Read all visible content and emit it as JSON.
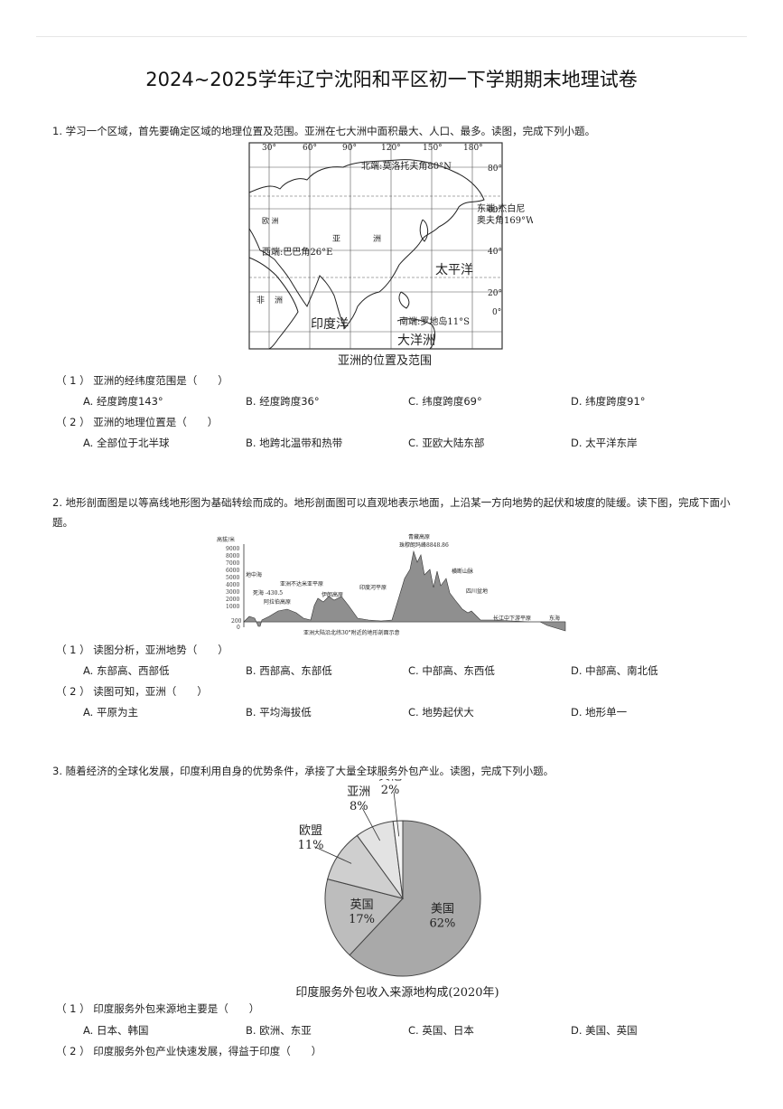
{
  "title": "2024~2025学年辽宁沈阳和平区初一下学期期末地理试卷",
  "q1": {
    "stem": "1. 学习一个区域，首先要确定区域的地理位置及范围。亚洲在七大洲中面积最大、人口、最多。读图，完成下列小题。",
    "map": {
      "caption": "亚洲的位置及范围",
      "lon_ticks": [
        "30°",
        "60°",
        "90°",
        "120°",
        "150°",
        "180°"
      ],
      "lat_ticks": [
        "80°",
        "60°",
        "40°",
        "20°",
        "0°"
      ],
      "north": "北端:莫洛托夫角80°N",
      "east_line1": "东端:杰白尼",
      "east_line2": "奥夫角169°W",
      "west": "西端:巴巴角26°E",
      "south": "南端:罗地岛11°S",
      "pacific": "太平洋",
      "indian": "印度洋",
      "oceania": "大洋洲",
      "europe": "欧 洲",
      "asia1": "亚",
      "asia2": "洲",
      "africa1": "非",
      "africa2": "洲"
    },
    "s1": "（ 1 ） 亚洲的经纬度范围是（　　）",
    "s1_opts": [
      "A. 经度跨度143°",
      "B. 经度跨度36°",
      "C. 纬度跨度69°",
      "D. 纬度跨度91°"
    ],
    "s2": "（ 2 ） 亚洲的地理位置是（　　）",
    "s2_opts": [
      "A. 全部位于北半球",
      "B. 地跨北温带和热带",
      "C. 亚欧大陆东部",
      "D. 太平洋东岸"
    ]
  },
  "q2": {
    "stem1": "2. 地形剖面图是以等高线地形图为基础转绘而成的。地形剖面图可以直观地表示地面，上沿某一方向地势的起伏和坡度的陡缓。读下图，完成下面小",
    "stem2": "题。",
    "profile": {
      "ylabel": "高拔/米",
      "y_ticks": [
        "9000",
        "8000",
        "7000",
        "6000",
        "5000",
        "4000",
        "3000",
        "2000",
        "1000",
        "200",
        "0"
      ],
      "labels": [
        "地中海",
        "死海 -430.5",
        "阿拉伯高原",
        "亚洲不达米亚平原",
        "伊朗高原",
        "印度河平原",
        "青藏高原",
        "珠穆朗玛峰8848.86",
        "横断山脉",
        "四川盆地",
        "长江中下游平原",
        "东海"
      ],
      "caption": "亚洲大陆沿北纬30°附近的地形剖面示意"
    },
    "s1": "（ 1 ） 读图分析，亚洲地势（　　）",
    "s1_opts": [
      "A. 东部高、西部低",
      "B. 西部高、东部低",
      "C. 中部高、东西低",
      "D. 中部高、南北低"
    ],
    "s2": "（ 2 ） 读图可知，亚洲（　　）",
    "s2_opts": [
      "A. 平原为主",
      "B. 平均海拔低",
      "C. 地势起伏大",
      "D. 地形单一"
    ]
  },
  "q3": {
    "stem": "3. 随着经济的全球化发展，印度利用自身的优势条件，承接了大量全球服务外包产业。读图，完成下列小题。",
    "s1": "（ 1 ） 印度服务外包来源地主要是（　　）",
    "s1_opts": [
      "A. 日本、韩国",
      "B. 欧洲、东亚",
      "C. 英国、日本",
      "D. 美国、英国"
    ],
    "s2": "（ 2 ） 印度服务外包产业快速发展，得益于印度（　　）"
  },
  "chart_data": {
    "type": "pie",
    "title": "印度服务外包收入来源地构成(2020年)",
    "categories": [
      "美国",
      "英国",
      "欧盟",
      "亚洲",
      "其他"
    ],
    "values": [
      62,
      17,
      11,
      8,
      2
    ],
    "value_labels": [
      "62%",
      "17%",
      "11%",
      "8%",
      "2%"
    ],
    "colors": [
      "#a9a9a9",
      "#bdbdbd",
      "#cfcfcf",
      "#e3e3e3",
      "#f4f4f4"
    ]
  }
}
